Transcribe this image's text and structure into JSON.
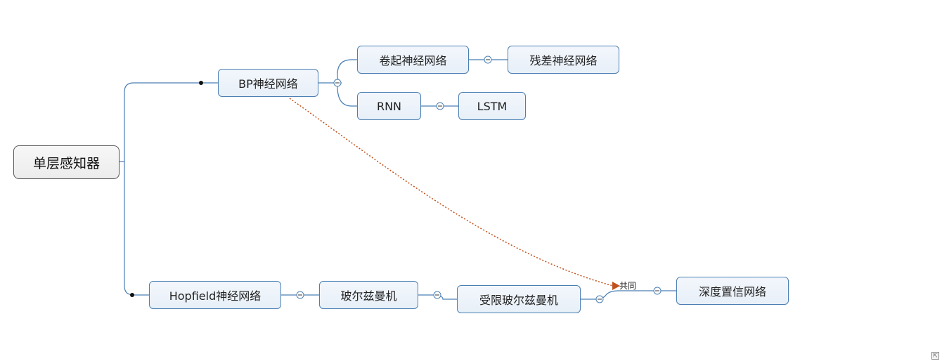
{
  "nodes": {
    "root": "单层感知器",
    "bp": "BP神经网络",
    "cnn": "卷起神经网络",
    "resnet": "残差神经网络",
    "rnn": "RNN",
    "lstm": "LSTM",
    "hopfield": "Hopfield神经网络",
    "boltzmann": "玻尔兹曼机",
    "rbm": "受限玻尔兹曼机",
    "dbn": "深度置信网络"
  },
  "relationship": {
    "label": "共同",
    "color": "#c0501c"
  },
  "colors": {
    "connector": "#4a7fb3",
    "node_border": "#4a7fb3",
    "root_border": "#555555"
  },
  "icons": {
    "collapse": "collapse-minus-icon",
    "expand_dot": "branch-dot-icon",
    "corner": "resize-corner-icon"
  }
}
